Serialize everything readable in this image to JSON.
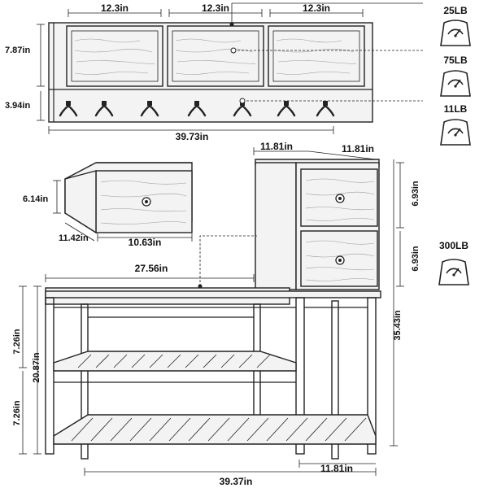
{
  "dimensions": {
    "cubby_width_1": "12.3in",
    "cubby_width_2": "12.3in",
    "cubby_width_3": "12.3in",
    "shelf_height": "7.87in",
    "hook_rail_height": "3.94in",
    "shelf_total_width": "39.73in",
    "drawer_height": "6.14in",
    "drawer_depth": "11.42in",
    "drawer_width": "10.63in",
    "cabinet_width": "11.81in",
    "cabinet_depth": "11.81in",
    "cabinet_drawer_1_height": "6.93in",
    "cabinet_drawer_2_height": "6.93in",
    "bench_seat_width": "27.56in",
    "total_height": "35.43in",
    "bench_height": "20.87in",
    "bench_tier_1_height": "7.26in",
    "bench_tier_2_height": "7.26in",
    "bench_total_width": "39.37in",
    "bench_right_width": "11.81in"
  },
  "load_capacity": {
    "shelf": "25LB",
    "cubbies": "75LB",
    "hooks": "11LB",
    "bench": "300LB"
  },
  "icons": {
    "scale": "weight-scale-icon",
    "hook": "coat-hook-icon",
    "knob": "drawer-knob-icon"
  }
}
